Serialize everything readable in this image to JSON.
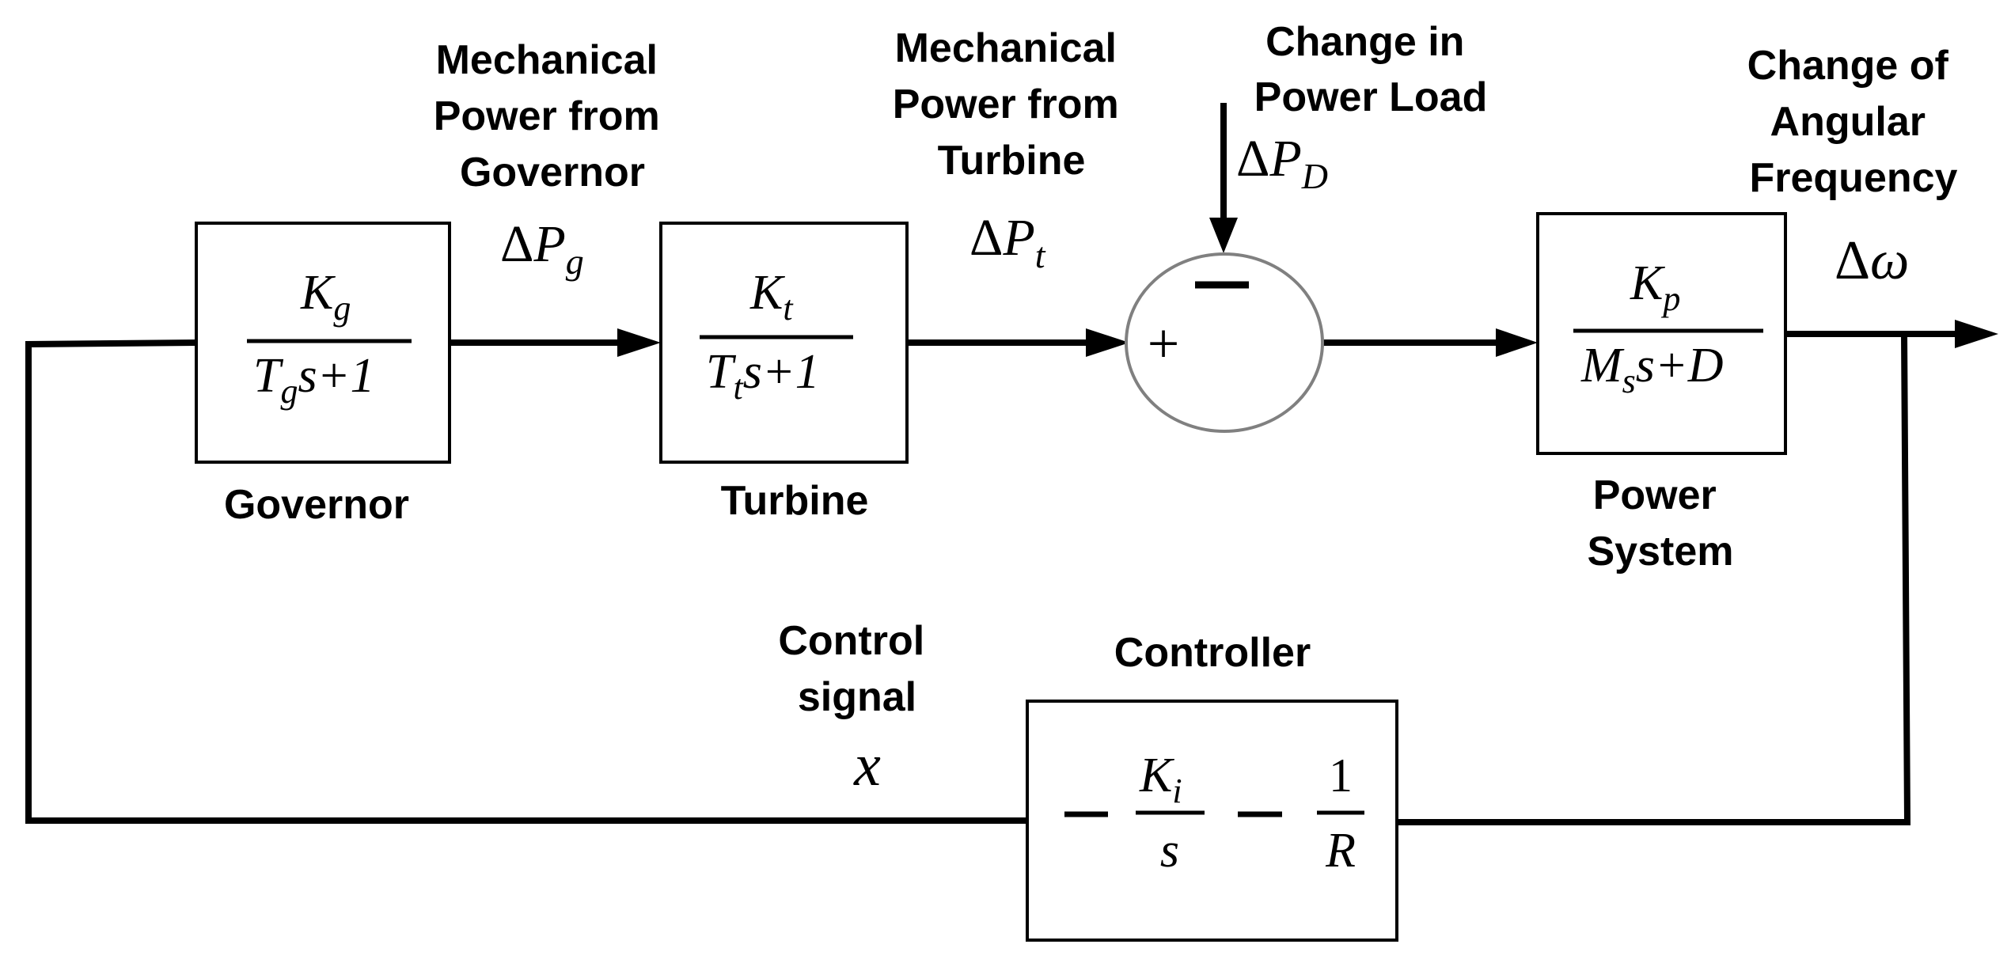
{
  "labels": {
    "mech_gov": [
      "Mechanical",
      "Power from",
      "Governor"
    ],
    "mech_turb": [
      "Mechanical",
      "Power from",
      "Turbine"
    ],
    "load_change": [
      "Change in",
      "Power Load"
    ],
    "ang_freq": [
      "Change of",
      "Angular",
      "Frequency"
    ],
    "governor": "Governor",
    "turbine": "Turbine",
    "power_system": [
      "Power",
      "System"
    ],
    "controller": "Controller",
    "control_signal": [
      "Control",
      "signal"
    ]
  },
  "symbols": {
    "delta": "Δ",
    "P": "P",
    "g": "g",
    "t": "t",
    "D": "D",
    "omega": "ω",
    "x": "x"
  },
  "blocks": {
    "governor": {
      "num_main": "K",
      "num_sub": "g",
      "den_main": "T",
      "den_sub": "g",
      "den_rest": "s+1"
    },
    "turbine": {
      "num_main": "K",
      "num_sub": "t",
      "den_main": "T",
      "den_sub": "t",
      "den_rest": "s+1"
    },
    "power_system": {
      "num_main": "K",
      "num_sub": "p",
      "den_main": "M",
      "den_sub": "s",
      "den_rest": "s+D"
    },
    "controller": {
      "minus": "−",
      "k_main": "K",
      "k_sub": "i",
      "k_den": "s",
      "one": "1",
      "r": "R"
    }
  },
  "summing_junction": {
    "plus": "+",
    "minus": "−"
  },
  "colors": {
    "line": "#000000",
    "circle_stroke": "#808080"
  }
}
